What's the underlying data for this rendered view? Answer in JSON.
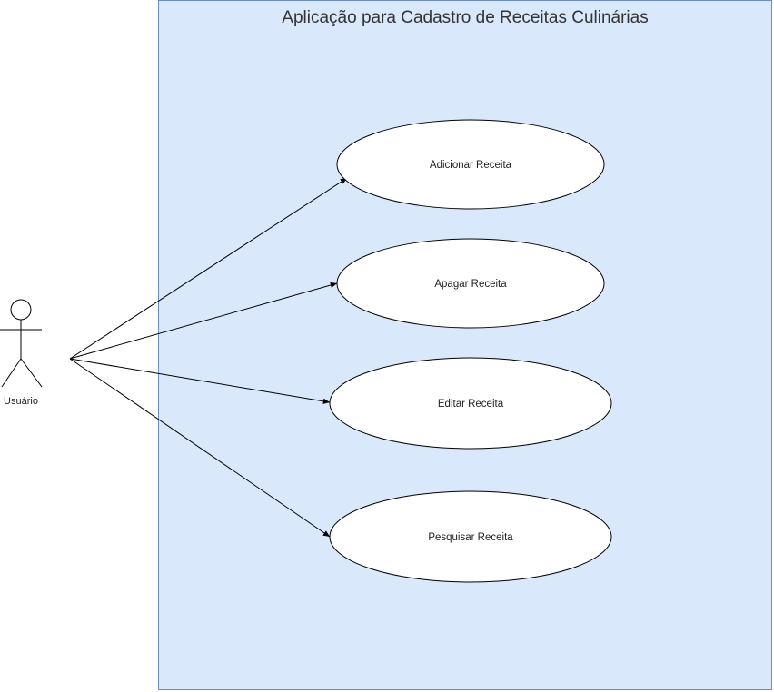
{
  "colors": {
    "boundary_fill": "#dae8fc",
    "boundary_stroke": "#6c8ebf",
    "usecase_fill": "#ffffff",
    "line": "#000000"
  },
  "system": {
    "title": "Aplicação para Cadastro de Receitas Culinárias"
  },
  "actor": {
    "label": "Usuário",
    "icon": "stick-figure-icon"
  },
  "use_cases": [
    {
      "label": "Adicionar Receita"
    },
    {
      "label": "Apagar Receita"
    },
    {
      "label": "Editar Receita"
    },
    {
      "label": "Pesquisar Receita"
    }
  ]
}
